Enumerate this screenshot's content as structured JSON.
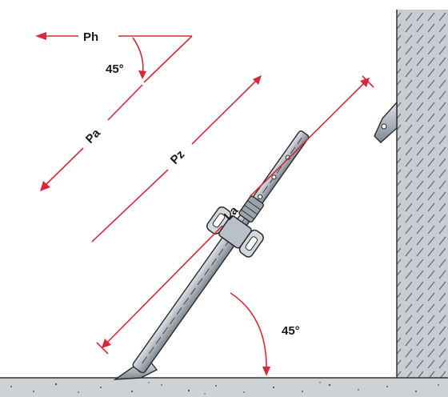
{
  "labels": {
    "ph": "Ph",
    "pa": "Pa",
    "pz": "Pz",
    "la": "La",
    "angle_top": "45°",
    "angle_bottom": "45°"
  },
  "colors": {
    "force_arrows": "#d8283a",
    "prop_metal": "#aeb5bd",
    "prop_outline": "#2b2b2b",
    "wall_fill": "#c9cdd2",
    "ground_fill": "#cfd2d5"
  },
  "icons": [
    "wall-hatch",
    "ground-speckle",
    "push-pull-prop",
    "adjusting-nut"
  ]
}
